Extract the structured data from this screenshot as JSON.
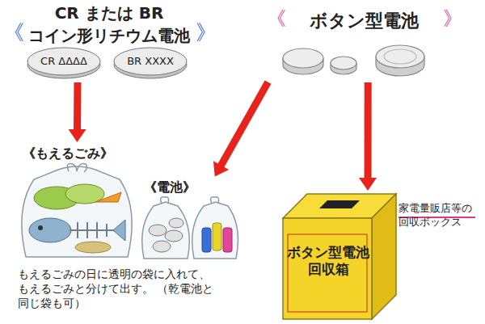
{
  "diagram": {
    "nodes": [
      {
        "text": [
          "CR または BR",
          "コイン形リチウム電池"
        ]
      },
      {
        "text": [
          "CR ΔΔΔΔ"
        ],
        "in": 0
      },
      {
        "text": [
          "BR XXXX"
        ],
        "in": 0
      },
      {
        "text": [
          "ボタン型電池"
        ]
      },
      {
        "text": [
          "《もえるごみ》"
        ]
      },
      {
        "text": [
          "《電池》"
        ]
      },
      {
        "text": [
          "ボタン型電池 回収箱"
        ]
      }
    ],
    "edges": [
      {
        "from": 0,
        "to": 4,
        "arrow": "to"
      },
      {
        "from": 3,
        "to": 5,
        "arrow": "to"
      },
      {
        "from": 3,
        "to": 6,
        "arrow": "to"
      }
    ],
    "labels": [
      "《",
      "》",
      "《",
      "》",
      "もえるごみの日に透明の袋に入れて、 もえるごみと分けて出す。 （乾電池と同じ袋も可）",
      "家電量販店等の 回収ボックス"
    ]
  }
}
